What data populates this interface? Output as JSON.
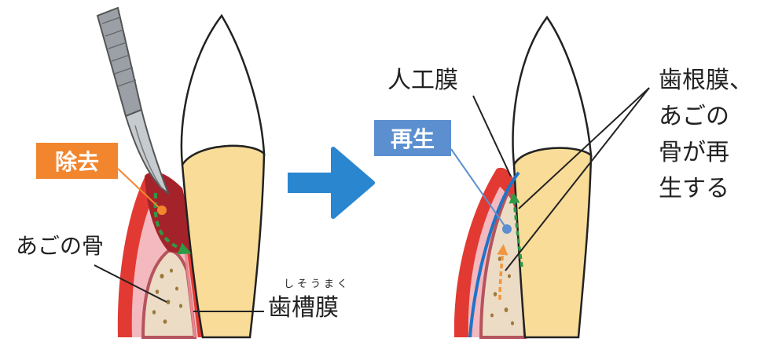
{
  "colors": {
    "gum": "#e23a32",
    "gum_light": "#f4b8bf",
    "bone": "#ecdcc5",
    "bone_edge": "#b5545c",
    "dentin": "#f8dc97",
    "enamel": "#ffffff",
    "tartar": "#a4232a",
    "arrow": "#2a86cf",
    "remove_badge": "#f2862f",
    "regen_badge": "#5b8fd0",
    "green": "#2f9a45",
    "orange_dash": "#f0963f",
    "membrane": "#1f74c6"
  },
  "left": {
    "remove_label": "除去",
    "bone_label": "あごの骨",
    "ligament_ruby": "しそうまく",
    "ligament_label": "歯槽膜"
  },
  "right": {
    "membrane_label": "人工膜",
    "regen_label": "再生",
    "result_lines": [
      "歯根膜、",
      "あごの",
      "骨が再",
      "生する"
    ]
  }
}
